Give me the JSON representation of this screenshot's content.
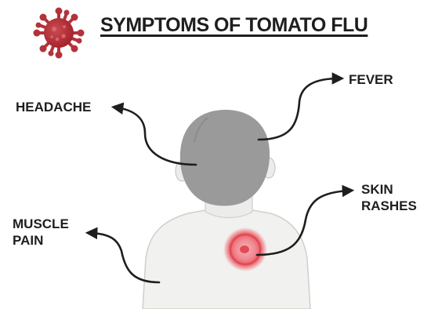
{
  "title": "SYMPTOMS OF TOMATO FLU",
  "symptoms": {
    "headache": "HEADACHE",
    "fever": "FEVER",
    "skin_line1": "SKIN",
    "skin_line2": "RASHES",
    "muscle_line1": "MUSCLE",
    "muscle_line2": "PAIN"
  },
  "colors": {
    "virus": "#b3323a",
    "hair": "#9a9a9a",
    "skin": "#f1f1ef",
    "rash": "#e8505b",
    "arrow": "#1e1e1e",
    "text": "#1e1e1e"
  },
  "icons": {
    "virus": "virus-icon"
  }
}
